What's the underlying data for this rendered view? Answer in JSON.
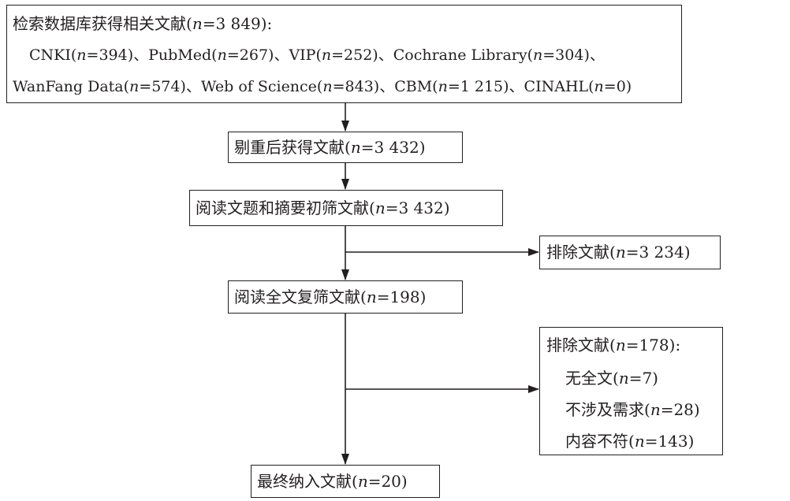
{
  "nodes": {
    "search": {
      "title": "检索数据库获得相关文献(n=3 849):",
      "line2": "CNKI(n=394)、PubMed(n=267)、VIP(n=252)、Cochrane Library(n=304)、",
      "line3": "WanFang Data(n=574)、Web of Science(n=843)、CBM(n=1 215)、CINAHL(n=0)"
    },
    "dedup": {
      "text": "剔重后获得文献(n=3 432)"
    },
    "screen": {
      "text": "阅读文题和摘要初筛文献(n=3 432)"
    },
    "exclude1": {
      "text": "排除文献(n=3 234)"
    },
    "fulltext": {
      "text": "阅读全文复筛文献(n=198)"
    },
    "exclude2": {
      "title": "排除文献(n=178):",
      "reasons": [
        "无全文(n=7)",
        "不涉及需求(n=28)",
        "内容不符(n=143)"
      ]
    },
    "final": {
      "text": "最终纳入文献(n=20)"
    }
  },
  "colors": {
    "stroke": "#231f20",
    "background": "#ffffff"
  }
}
